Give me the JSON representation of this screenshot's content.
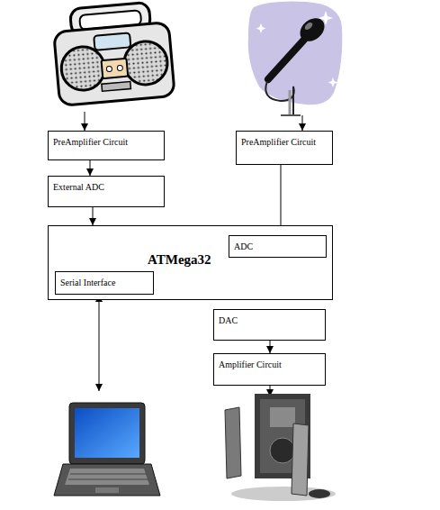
{
  "diagram": {
    "nodes": [
      {
        "text": [
          "PreAmplifier Circuit"
        ]
      },
      {
        "text": [
          "PreAmplifier Circuit"
        ]
      },
      {
        "text": [
          "External ADC"
        ]
      },
      {
        "text": [
          "ATMega32"
        ]
      },
      {
        "text": [
          "ADC"
        ],
        "in": 3
      },
      {
        "text": [
          "Serial Interface"
        ],
        "in": 3
      },
      {
        "text": [
          "DAC"
        ]
      },
      {
        "text": [
          "Amplifier Circuit"
        ]
      }
    ],
    "edges": [
      {
        "from": 0,
        "to": 2,
        "arrow": "to"
      },
      {
        "from": 2,
        "to": 3,
        "arrow": "to"
      },
      {
        "from": 1,
        "to": 4,
        "arrow": "to"
      },
      {
        "from": 6,
        "to": 7,
        "arrow": "to"
      }
    ]
  }
}
